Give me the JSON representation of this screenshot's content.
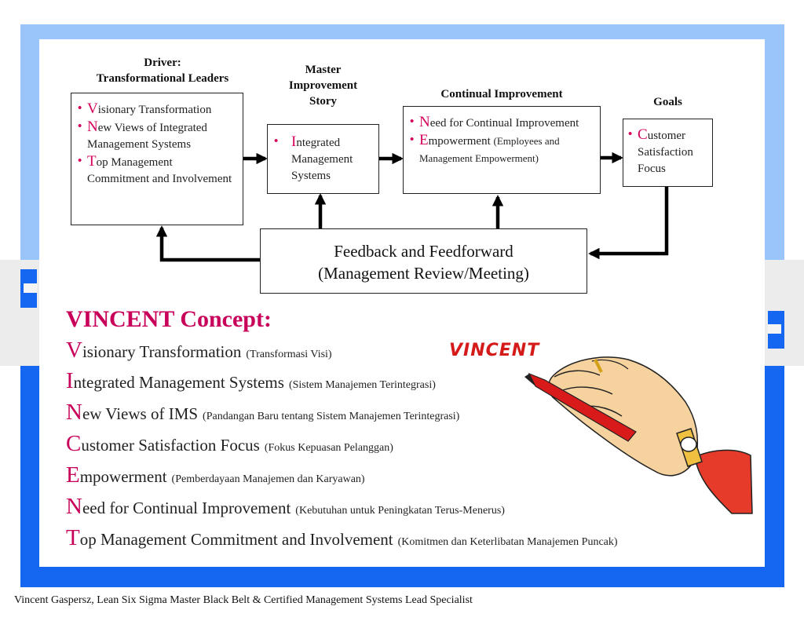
{
  "diagram": {
    "driver": {
      "heading_line1": "Driver:",
      "heading_line2": "Transformational Leaders",
      "items": [
        {
          "initial": "V",
          "rest": "isionary Transformation"
        },
        {
          "initial": "N",
          "rest": "ew Views of Integrated Management Systems"
        },
        {
          "initial": "T",
          "rest": "op Management Commitment and Involvement"
        }
      ]
    },
    "master": {
      "heading_line1": "Master",
      "heading_line2": "Improvement",
      "heading_line3": "Story",
      "items": [
        {
          "initial": "I",
          "rest": "ntegrated Management Systems"
        }
      ]
    },
    "continual": {
      "heading": "Continual Improvement",
      "items": [
        {
          "initial": "N",
          "rest": "eed for Continual Improvement",
          "note": ""
        },
        {
          "initial": "E",
          "rest": "mpowerment",
          "note": "(Employees and Management Empowerment)"
        }
      ]
    },
    "goals": {
      "heading": "Goals",
      "items": [
        {
          "initial": "C",
          "rest": "ustomer Satisfaction Focus"
        }
      ]
    },
    "feedback": {
      "line1": "Feedback and Feedforward",
      "line2": "(Management Review/Meeting)"
    },
    "bullet": "•"
  },
  "concept": {
    "title": "VINCENT Concept:",
    "rows": [
      {
        "initial": "V",
        "rest": "isionary Transformation",
        "translation": "(Transformasi Visi)"
      },
      {
        "initial": "I",
        "rest": "ntegrated Management Systems",
        "translation": "(Sistem Manajemen Terintegrasi)"
      },
      {
        "initial": "N",
        "rest": "ew Views of IMS",
        "translation": "(Pandangan Baru tentang Sistem Manajemen Terintegrasi)"
      },
      {
        "initial": "C",
        "rest": "ustomer Satisfaction Focus",
        "translation": "(Fokus Kepuasan Pelanggan)"
      },
      {
        "initial": "E",
        "rest": "mpowerment",
        "translation": "(Pemberdayaan Manajemen dan Karyawan)"
      },
      {
        "initial": "N",
        "rest": "eed for Continual Improvement",
        "translation": "(Kebutuhan untuk Peningkatan Terus-Menerus)"
      },
      {
        "initial": "T",
        "rest": "op Management Commitment and Involvement",
        "translation": "(Komitmen dan Keterlibatan Manajemen Puncak)"
      }
    ]
  },
  "illustration": {
    "name": "hand-writing-with-pen-icon",
    "written_text": "VINCENT"
  },
  "credit": "Vincent Gaspersz, Lean Six Sigma Master Black Belt & Certified Management Systems Lead Specialist",
  "colors": {
    "accent_magenta": "#c8005a",
    "frame_light_blue": "#99c5fa",
    "frame_blue": "#1566f0",
    "pen_red": "#d51a1a"
  }
}
